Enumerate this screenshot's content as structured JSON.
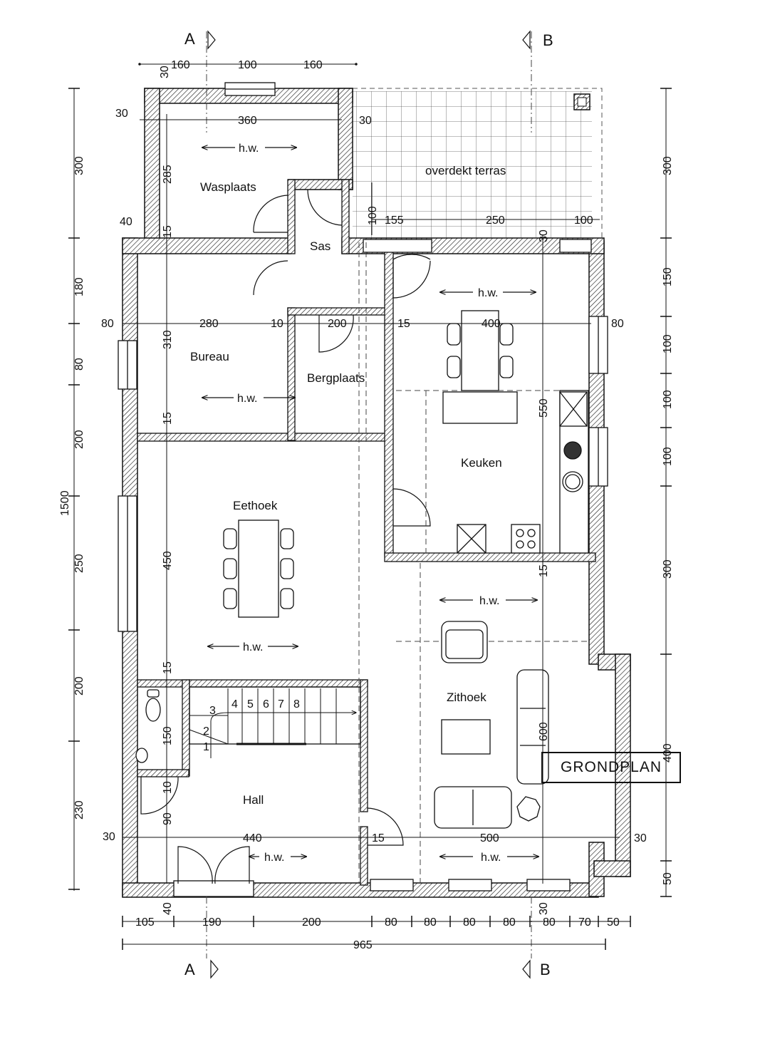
{
  "title": "GRONDPLAN",
  "sections": {
    "a_top": "A",
    "b_top": "B",
    "a_bottom": "A",
    "b_bottom": "B"
  },
  "rooms": {
    "wasplaats": "Wasplaats",
    "overdekt_terras": "overdekt terras",
    "sas": "Sas",
    "bureau": "Bureau",
    "bergplaats": "Bergplaats",
    "keuken": "Keuken",
    "eethoek": "Eethoek",
    "zithoek": "Zithoek",
    "hall": "Hall"
  },
  "hw_label": "h.w.",
  "stair_steps": [
    "1",
    "2",
    "3",
    "4",
    "5",
    "6",
    "7",
    "8"
  ],
  "dimensions": {
    "top_160_left": "160",
    "top_100": "100",
    "top_160_right": "160",
    "top_30_small": "30",
    "was_30_left": "30",
    "was_360": "360",
    "was_30_right": "30",
    "was_285": "285",
    "was_15": "15",
    "left_40": "40",
    "terras_100_vert": "100",
    "terras_155": "155",
    "terras_250": "250",
    "terras_100": "100",
    "terras_30_vert": "30",
    "row_80_left": "80",
    "row_280": "280",
    "row_10": "10",
    "row_200": "200",
    "row_15": "15",
    "row_400": "400",
    "row_80_right": "80",
    "bureau_310": "310",
    "bureau_15": "15",
    "keuken_550": "550",
    "keuken_15": "15",
    "eet_450": "450",
    "eet_15": "15",
    "wc_150": "150",
    "wc_10": "10",
    "hall_90": "90",
    "zit_600": "600",
    "hall_30_left": "30",
    "hall_440": "440",
    "hall_15": "15",
    "zit_500": "500",
    "zit_30_right": "30",
    "bottom_40": "40",
    "bottom_30": "30",
    "left_300": "300",
    "left_180": "180",
    "left_80": "80",
    "left_200": "200",
    "left_1500": "1500",
    "left_250": "250",
    "left_200b": "200",
    "left_230": "230",
    "right_300": "300",
    "right_150": "150",
    "right_100a": "100",
    "right_100b": "100",
    "right_100c": "100",
    "right_300b": "300",
    "right_400": "400",
    "right_50": "50",
    "bot_105": "105",
    "bot_190": "190",
    "bot_200": "200",
    "bot_80a": "80",
    "bot_80b": "80",
    "bot_80c": "80",
    "bot_80d": "80",
    "bot_80e": "80",
    "bot_70": "70",
    "bot_50": "50",
    "bot_965": "965"
  }
}
